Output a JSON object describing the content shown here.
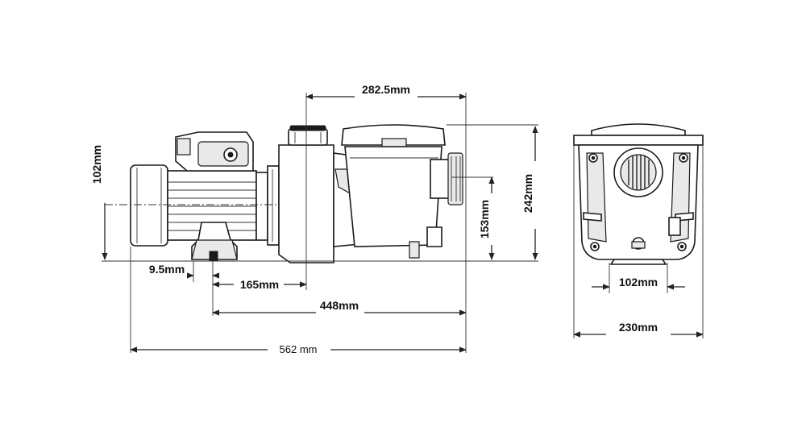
{
  "dimensions": {
    "top_width": "282.5mm",
    "left_height": "102mm",
    "right_inner_height": "153mm",
    "right_outer_height": "242mm",
    "foot_offset": "9.5mm",
    "shaft_offset": "165mm",
    "inlet_span": "448mm",
    "overall_length": "562 mm",
    "end_foot_width": "102mm",
    "end_overall_width": "230mm"
  }
}
